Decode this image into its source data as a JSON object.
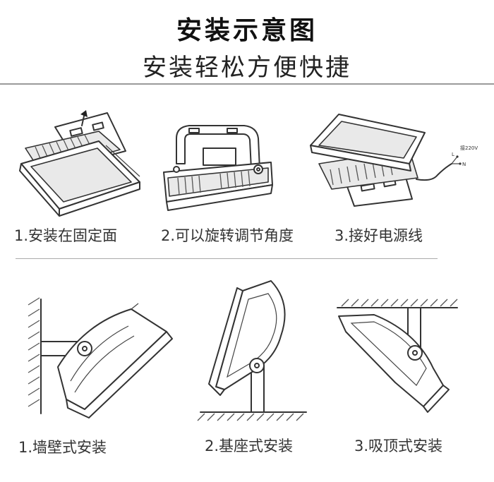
{
  "header": {
    "title": "安装示意图",
    "subtitle": "安装轻松方便快捷"
  },
  "steps": [
    {
      "label": "1.安装在固定面"
    },
    {
      "label": "2.可以旋转调节角度"
    },
    {
      "label": "3.接好电源线"
    }
  ],
  "methods": [
    {
      "label": "1.墙壁式安装"
    },
    {
      "label": "2.基座式安装"
    },
    {
      "label": "3.吸顶式安装"
    }
  ],
  "wiring": {
    "label_l": "L",
    "label_n": "N",
    "label_voltage": "接220V"
  }
}
